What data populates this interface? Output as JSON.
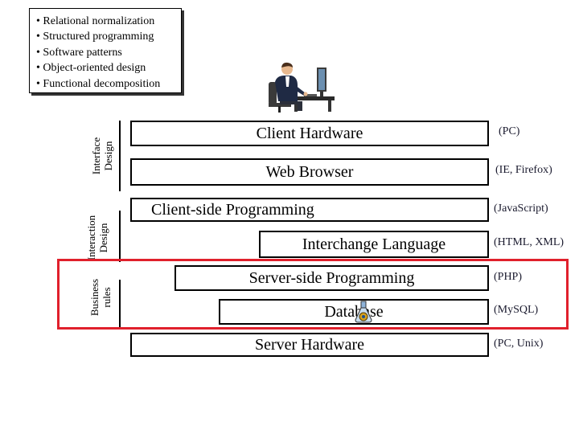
{
  "design_approaches": [
    "Relational normalization",
    "Structured programming",
    "Software patterns",
    "Object-oriented design",
    "Functional decomposition"
  ],
  "layers": [
    {
      "label": "Client Hardware",
      "note": "(PC)"
    },
    {
      "label": "Web Browser",
      "note": "(IE, Firefox)"
    },
    {
      "label": "Client-side Programming",
      "note": "(JavaScript)"
    },
    {
      "label": "Interchange Language",
      "note": "(HTML, XML)"
    },
    {
      "label": "Server-side Programming",
      "note": "(PHP)"
    },
    {
      "label": "Database",
      "note": "(MySQL)"
    },
    {
      "label": "Server Hardware",
      "note": "(PC, Unix)"
    }
  ],
  "side_labels": {
    "interface": "Interface Design",
    "interaction": "Interaction Design",
    "business": "Business rules"
  },
  "icons": {
    "person": "person-at-computer-icon",
    "database": "database-flask-icon"
  },
  "colors": {
    "highlight": "#e0202c",
    "note_text": "#1a1a2e"
  }
}
